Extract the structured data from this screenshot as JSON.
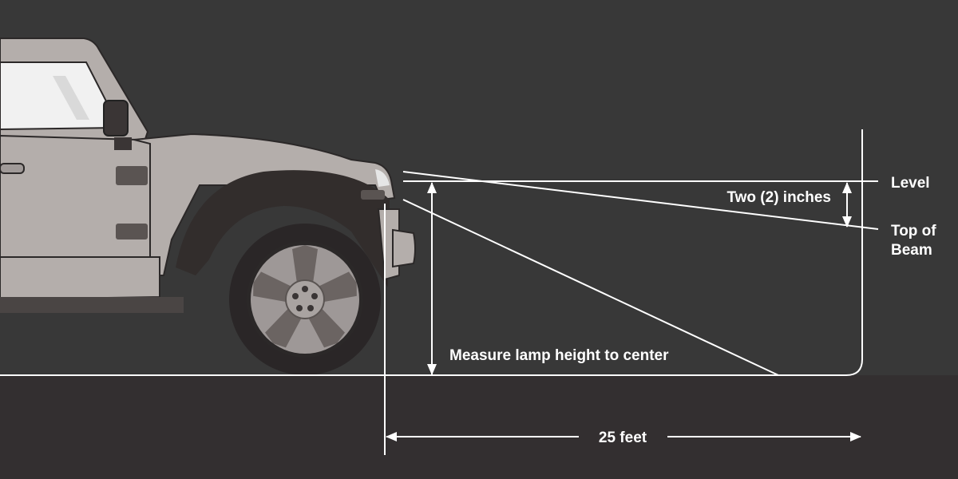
{
  "labels": {
    "level": "Level",
    "two_inches": "Two (2) inches",
    "top_of_beam_line1": "Top of",
    "top_of_beam_line2": "Beam",
    "measure": "Measure lamp height to center",
    "distance": "25 feet"
  },
  "colors": {
    "background": "#383838",
    "ground": "#332f30",
    "lines": "#ffffff",
    "body": "#b4aeab",
    "fender": "#322d2c",
    "tire": "#2a2627",
    "rim": "#9e9897"
  },
  "icons": [
    "vehicle-illustration",
    "measurement-arrow"
  ]
}
